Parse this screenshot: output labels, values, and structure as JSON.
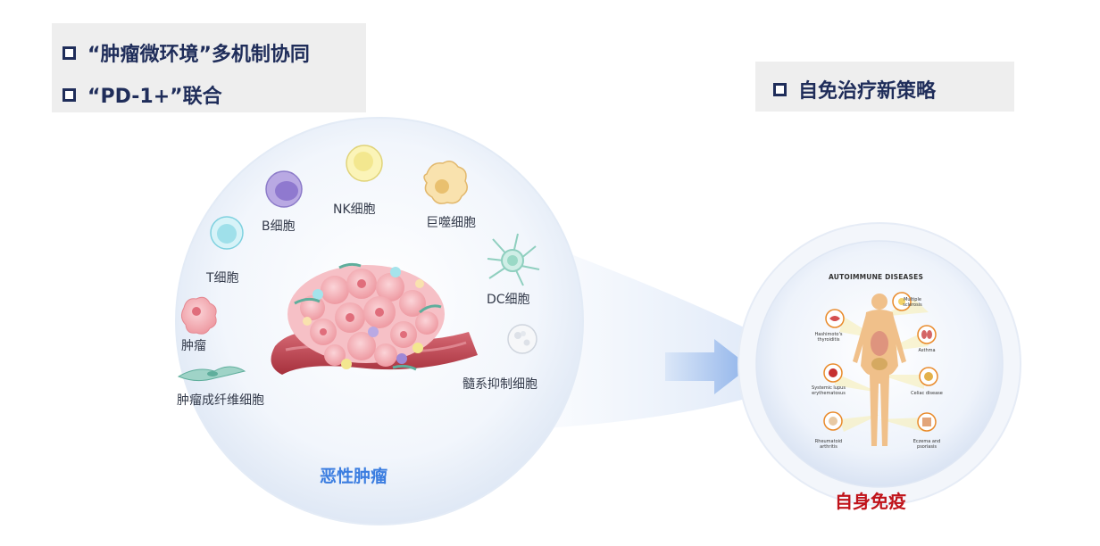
{
  "header_left": {
    "line1": "“肿瘤微环境”多机制协同",
    "line2": "“PD-1+”联合"
  },
  "header_right": {
    "line1": "自免治疗新策略"
  },
  "tumor_circle": {
    "title": "恶性肿瘤",
    "cells": {
      "b_cell": "B细胞",
      "nk_cell": "NK细胞",
      "macrophage": "巨噬细胞",
      "t_cell": "T细胞",
      "dc_cell": "DC细胞",
      "tumor": "肿瘤",
      "mdsc": "髓系抑制细胞",
      "caf": "肿瘤成纤维细胞"
    }
  },
  "autoimmune_circle": {
    "title": "自身免疫",
    "heading": "AUTOIMMUNE DISEASES",
    "diseases": {
      "ms": "Multiple sclerosis",
      "hashimoto": "Hashimoto's thyroiditis",
      "asthma": "Asthma",
      "sle": "Systemic lupus erythematosus",
      "celiac": "Celiac disease",
      "ra": "Rheumatoid arthritis",
      "eczema": "Eczema and psoriasis"
    }
  },
  "colors": {
    "header_text": "#1f2d5a",
    "tumor_title": "#3b7de0",
    "autoimmune_title": "#c0131a",
    "panel_bg": "#eeeeee"
  }
}
